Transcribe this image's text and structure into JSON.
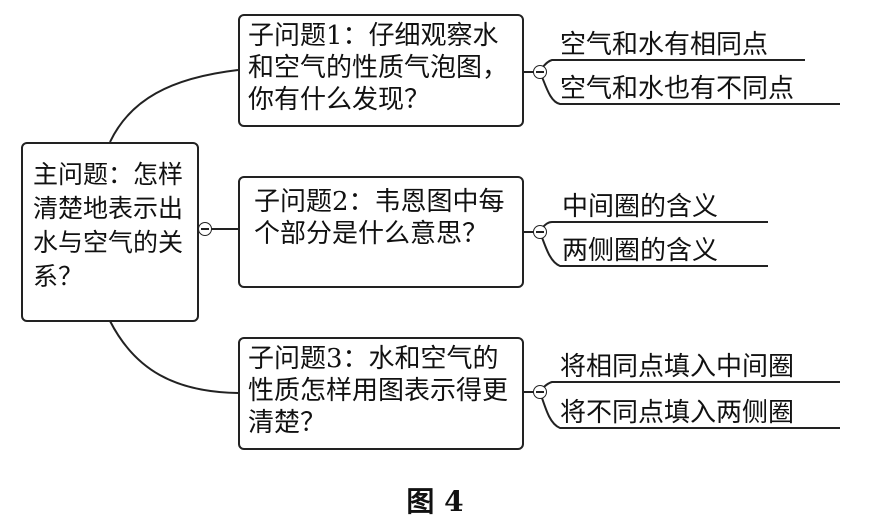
{
  "main_topic": {
    "text": "主问题：怎样清楚地表示出水与空气的关系？"
  },
  "subtopics": [
    {
      "text": "子问题1：仔细观察水和空气的性质气泡图，你有什么发现？",
      "children": [
        "空气和水有相同点",
        "空气和水也有不同点"
      ]
    },
    {
      "text": "子问题2：韦恩图中每个部分是什么意思？",
      "children": [
        "中间圈的含义",
        "两侧圈的含义"
      ]
    },
    {
      "text": "子问题3：水和空气的性质怎样用图表示得更清楚？",
      "children": [
        "将相同点填入中间圈",
        "将不同点填入两侧圈"
      ]
    }
  ],
  "caption": "图 4"
}
